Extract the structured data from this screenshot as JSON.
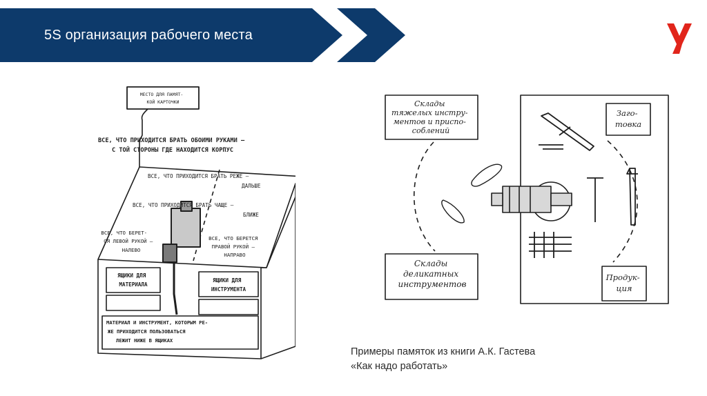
{
  "header": {
    "title": "5S организация рабочего места",
    "banner_color": "#0d3a6b",
    "accent_color": "#e1251b"
  },
  "workbench": {
    "card_place": [
      "МЕСТО ДЛЯ ПАМЯТ-",
      "КОЙ КАРТОЧКИ"
    ],
    "both_hands": [
      "ВСЕ, ЧТО ПРИХОДИТСЯ БРАТЬ ОБОИМИ РУКАМИ –",
      "С ТОЙ СТОРОНЫ ГДЕ НАХОДИТСЯ КОРПУС"
    ],
    "less_often": [
      "ВСЕ, ЧТО ПРИХОДИТСЯ БРАТЬ РЕЖЕ –",
      "ДАЛЬШЕ"
    ],
    "more_often": [
      "ВСЕ, ЧТО ПРИХОДИТСЯ БРАТЬ ЧАЩЕ –",
      "БЛИЖЕ"
    ],
    "left_hand": [
      "ВСЕ, ЧТО БЕРЕТ-",
      "СЯ ЛЕВОЙ РУКОЙ –",
      "НАЛЕВО"
    ],
    "right_hand": [
      "ВСЕ, ЧТО БЕРЕТСЯ",
      "ПРАВОЙ РУКОЙ –",
      "НАПРАВО"
    ],
    "drawers_material": [
      "ЯЩИКИ ДЛЯ",
      "МАТЕРИАЛА"
    ],
    "drawers_tools": [
      "ЯЩИКИ ДЛЯ",
      "ИНСТРУМЕНТА"
    ],
    "bottom_note": [
      "МАТЕРИАЛ И ИНСТРУМЕНТ, КОТОРЫМ РЕ-",
      "ЖЕ ПРИХОДИТСЯ ПОЛЬЗОВАТЬСЯ",
      "ЛЕЖИТ НИЖЕ В ЯЩИКАХ"
    ]
  },
  "layout_plan": {
    "heavy_storage": [
      "Склады",
      "тяжелых инстру-",
      "ментов и приспо-",
      "соблений"
    ],
    "delicate_storage": [
      "Склады",
      "деликатных",
      "инструментов"
    ],
    "blank": [
      "Заго-",
      "товка"
    ],
    "product": [
      "Продук-",
      "ция"
    ]
  },
  "caption": {
    "line1": "Примеры памяток из книги А.К. Гастева",
    "line2": "«Как надо работать»"
  }
}
